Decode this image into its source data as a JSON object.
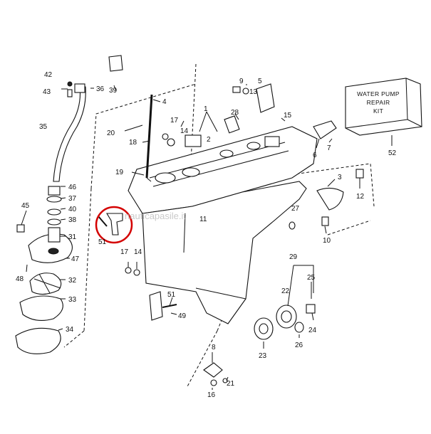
{
  "watermark": "nauticapasile.it",
  "kit": {
    "lines": [
      "WATER PUMP",
      "REPAIR",
      "KIT"
    ],
    "part_number": "52"
  },
  "highlight_color": "#d40000",
  "callouts": {
    "c1": "1",
    "c2": "2",
    "c3": "3",
    "c4": "4",
    "c5": "5",
    "c6": "6",
    "c7": "7",
    "c8": "8",
    "c9": "9",
    "c10": "10",
    "c11": "11",
    "c12": "12",
    "c13": "13",
    "c14a": "14",
    "c14b": "14",
    "c15": "15",
    "c16": "16",
    "c17a": "17",
    "c17b": "17",
    "c18": "18",
    "c19": "19",
    "c20": "20",
    "c21": "21",
    "c22": "22",
    "c23": "23",
    "c24": "24",
    "c25": "25",
    "c26": "26",
    "c27": "27",
    "c28": "28",
    "c29": "29",
    "c31": "31",
    "c32": "32",
    "c33": "33",
    "c34": "34",
    "c35": "35",
    "c36": "36",
    "c37": "37",
    "c38": "38",
    "c39": "39",
    "c40": "40",
    "c42": "42",
    "c43": "43",
    "c45": "45",
    "c46": "46",
    "c47": "47",
    "c48": "48",
    "c49": "49",
    "c51a": "51",
    "c51b": "51"
  }
}
